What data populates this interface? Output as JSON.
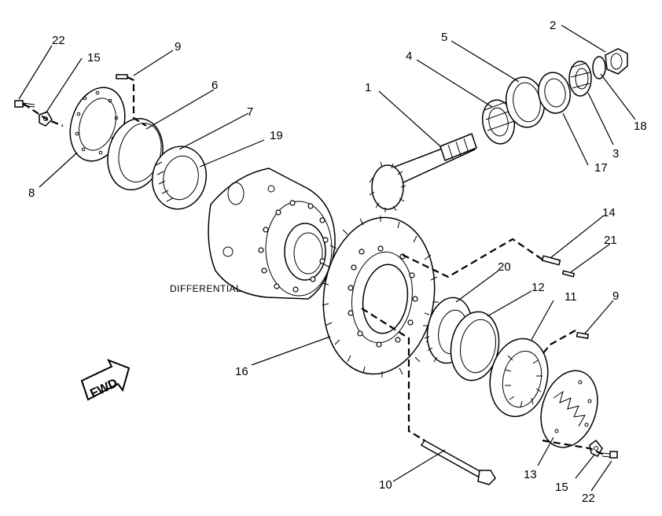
{
  "diagram": {
    "assembly_label": "DIFFERENTIAL",
    "direction_label": "FWD",
    "callouts": {
      "c1": "1",
      "c2": "2",
      "c3": "3",
      "c4": "4",
      "c5": "5",
      "c6": "6",
      "c7": "7",
      "c8": "8",
      "c9_left": "9",
      "c9_right": "9",
      "c10": "10",
      "c11": "11",
      "c12": "12",
      "c13": "13",
      "c14": "14",
      "c15_left": "15",
      "c15_right": "15",
      "c16": "16",
      "c17": "17",
      "c18": "18",
      "c19": "19",
      "c20": "20",
      "c21": "21",
      "c22_left": "22",
      "c22_right": "22"
    }
  }
}
